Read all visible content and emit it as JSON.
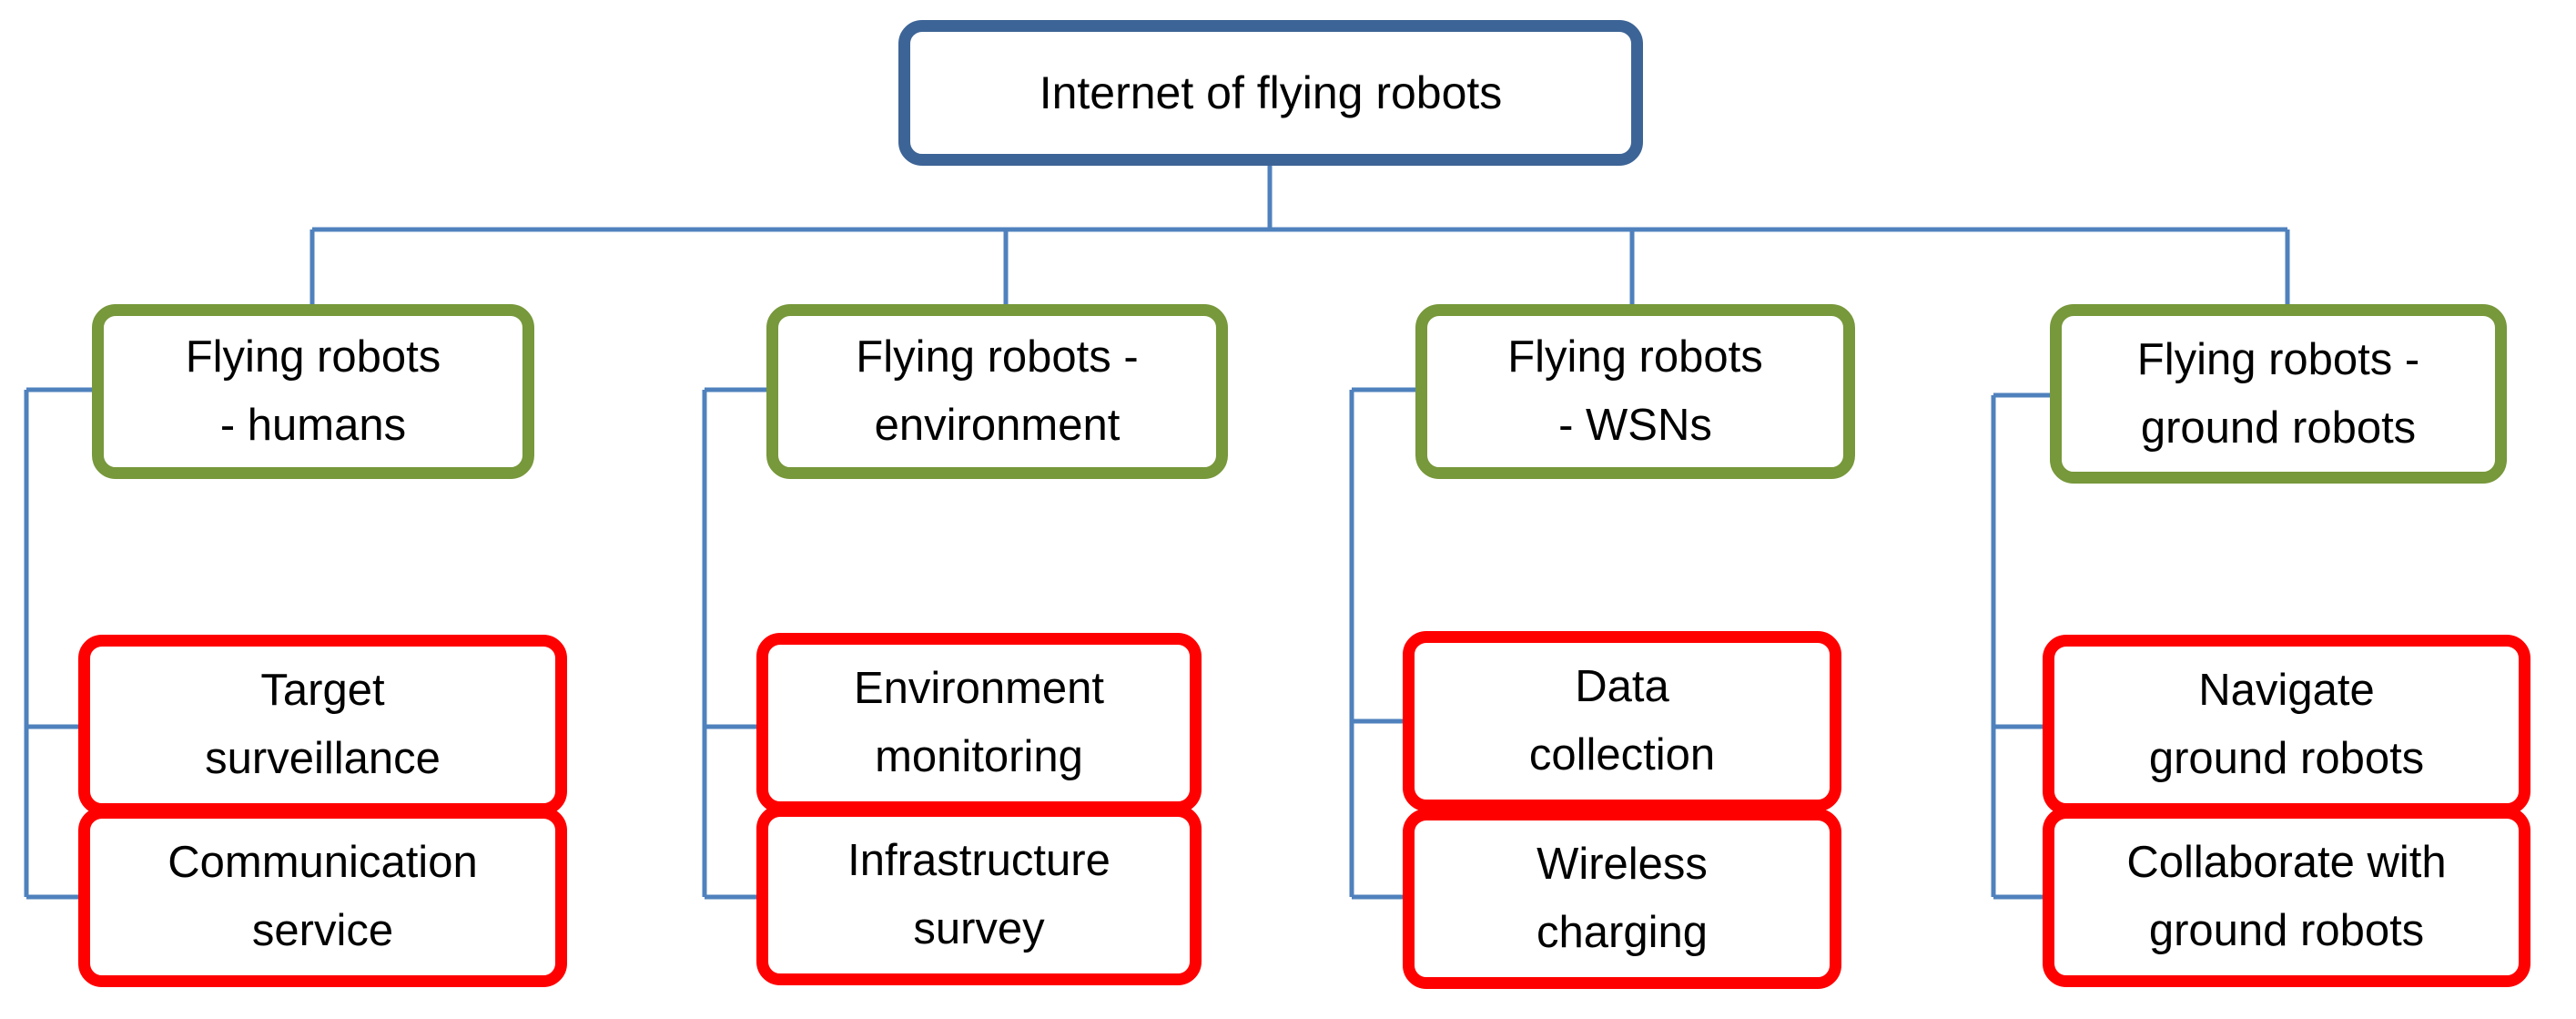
{
  "diagram": {
    "root": {
      "label": "Internet of flying robots"
    },
    "categories": [
      {
        "line1": "Flying robots",
        "line2": "- humans",
        "children": [
          {
            "line1": "Target",
            "line2": "surveillance"
          },
          {
            "line1": "Communication",
            "line2": "service"
          }
        ]
      },
      {
        "line1": "Flying robots -",
        "line2": "environment",
        "children": [
          {
            "line1": "Environment",
            "line2": "monitoring"
          },
          {
            "line1": "Infrastructure",
            "line2": "survey"
          }
        ]
      },
      {
        "line1": "Flying robots",
        "line2": "- WSNs",
        "children": [
          {
            "line1": "Data",
            "line2": "collection"
          },
          {
            "line1": "Wireless",
            "line2": "charging"
          }
        ]
      },
      {
        "line1": "Flying robots -",
        "line2": "ground robots",
        "children": [
          {
            "line1": "Navigate",
            "line2": "ground robots"
          },
          {
            "line1": "Collaborate with",
            "line2": "ground robots"
          }
        ]
      }
    ],
    "colors": {
      "root_border": "#3d6496",
      "category_border": "#77983b",
      "leaf_border": "#ff0000",
      "connector": "#4f81bd"
    }
  }
}
